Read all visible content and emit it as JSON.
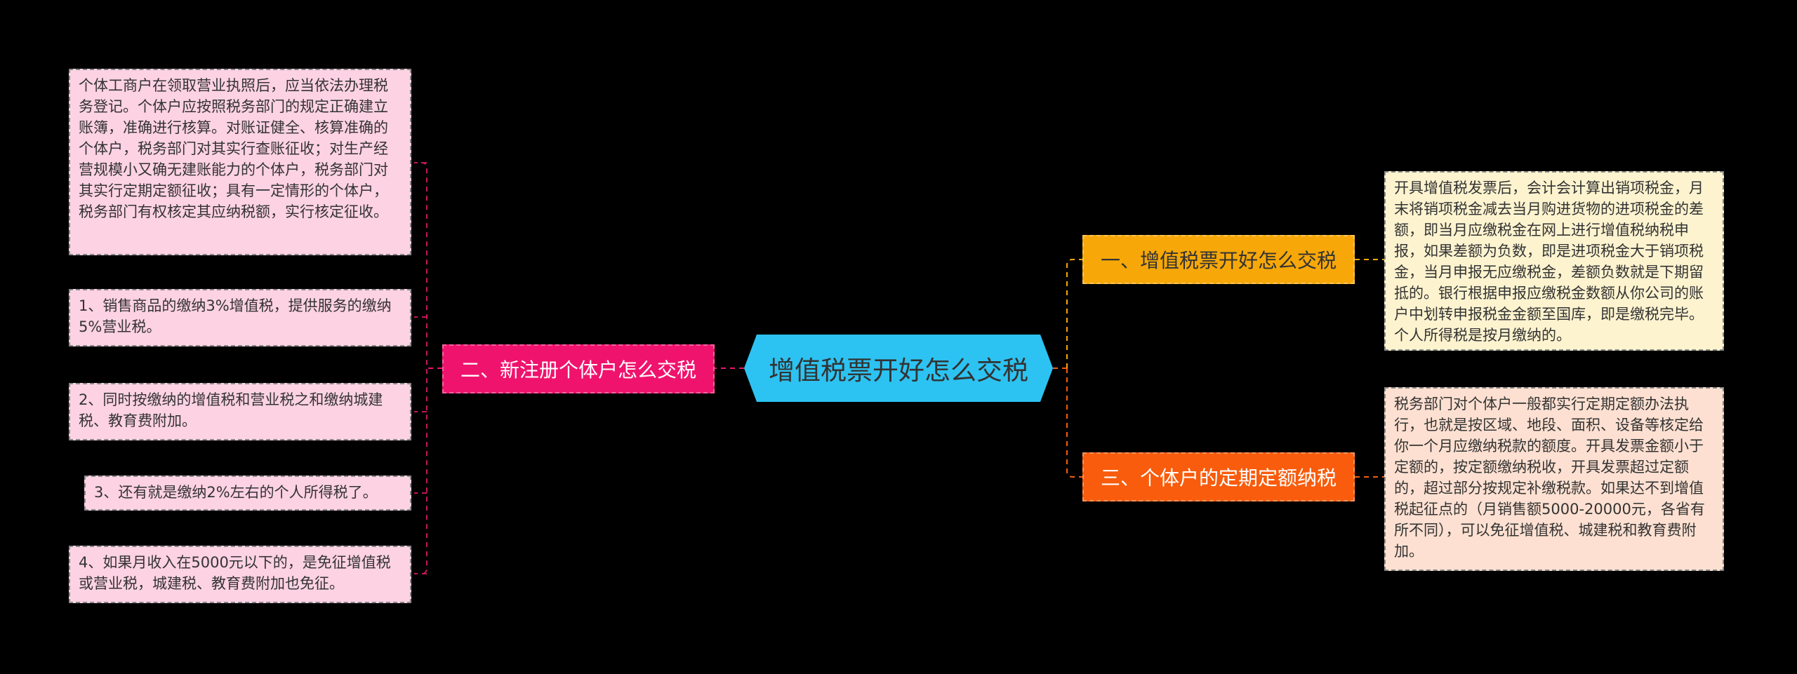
{
  "center": {
    "label": "增值税票开好怎么交税"
  },
  "branches": {
    "left": {
      "label": "二、新注册个体户怎么交税"
    },
    "right_top": {
      "label": "一、增值税票开好怎么交税"
    },
    "right_bottom": {
      "label": "三、个体户的定期定额纳税"
    }
  },
  "left_leaves": [
    "个体工商户在领取营业执照后，应当依法办理税务登记。个体户应按照税务部门的规定正确建立账簿，准确进行核算。对账证健全、核算准确的个体户，税务部门对其实行查账征收；对生产经营规模小又确无建账能力的个体户，税务部门对其实行定期定额征收；具有一定情形的个体户，税务部门有权核定其应纳税额，实行核定征收。",
    "1、销售商品的缴纳3%增值税，提供服务的缴纳5%营业税。",
    "2、同时按缴纳的增值税和营业税之和缴纳城建税、教育费附加。",
    "3、还有就是缴纳2%左右的个人所得税了。",
    "4、如果月收入在5000元以下的，是免征增值税或营业税，城建税、教育费附加也免征。"
  ],
  "right_leaves": {
    "top": "开具增值税发票后，会计会计算出销项税金，月末将销项税金减去当月购进货物的进项税金的差额，即当月应缴税金在网上进行增值税纳税申报，如果差额为负数，即是进项税金大于销项税金，当月申报无应缴税金，差额负数就是下期留抵的。银行根据申报应缴税金数额从你公司的账户中划转申报税金金额至国库，即是缴税完毕。个人所得税是按月缴纳的。",
    "bottom": "税务部门对个体户一般都实行定期定额办法执行，也就是按区域、地段、面积、设备等核定给你一个月应缴纳税款的额度。开具发票金额小于定额的，按定额缴纳税收，开具发票超过定额的，超过部分按规定补缴税款。如果达不到增值税起征点的（月销售额5000-20000元，各省有所不同），可以免征增值税、城建税和教育费附加。"
  },
  "colors": {
    "background": "#000000",
    "center": "#2cc3f2",
    "left_branch": "#f0136d",
    "right_top_branch": "#f7a808",
    "right_bottom_branch": "#f85c0c",
    "pink_leaf": "#fdd2e3",
    "cream_leaf": "#fdf3cf",
    "peach_leaf": "#fde0d1"
  }
}
